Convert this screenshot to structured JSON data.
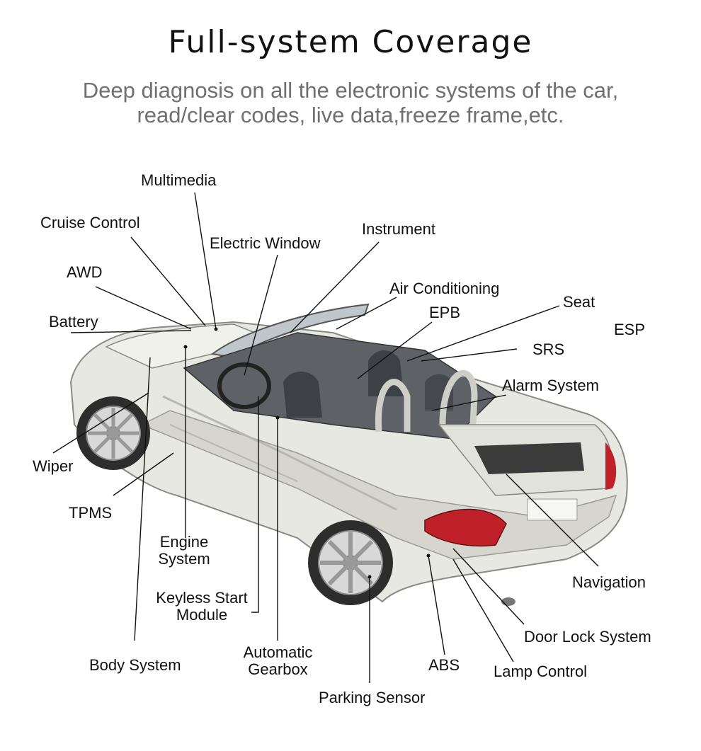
{
  "header": {
    "title": "Full-system Coverage",
    "subtitle_line1": "Deep diagnosis on all the electronic systems of the car,",
    "subtitle_line2": "read/clear codes, live data,freeze frame,etc."
  },
  "labels": {
    "multimedia": "Multimedia",
    "cruise_control": "Cruise Control",
    "electric_window": "Electric Window",
    "instrument": "Instrument",
    "awd": "AWD",
    "air_conditioning": "Air Conditioning",
    "battery": "Battery",
    "epb": "EPB",
    "seat": "Seat",
    "esp": "ESP",
    "srs": "SRS",
    "alarm_system": "Alarm System",
    "wiper": "Wiper",
    "tpms": "TPMS",
    "engine_system_1": "Engine",
    "engine_system_2": "System",
    "keyless_1": "Keyless Start",
    "keyless_2": "Module",
    "body_system": "Body System",
    "automatic_1": "Automatic",
    "automatic_2": "Gearbox",
    "abs": "ABS",
    "lamp_control": "Lamp Control",
    "door_lock": "Door Lock System",
    "navigation": "Navigation",
    "parking_sensor": "Parking Sensor"
  },
  "colors": {
    "car_body": "#e9e9e4",
    "leader_line": "#111111",
    "taillight": "#c0202a",
    "subtitle": "#707070"
  }
}
